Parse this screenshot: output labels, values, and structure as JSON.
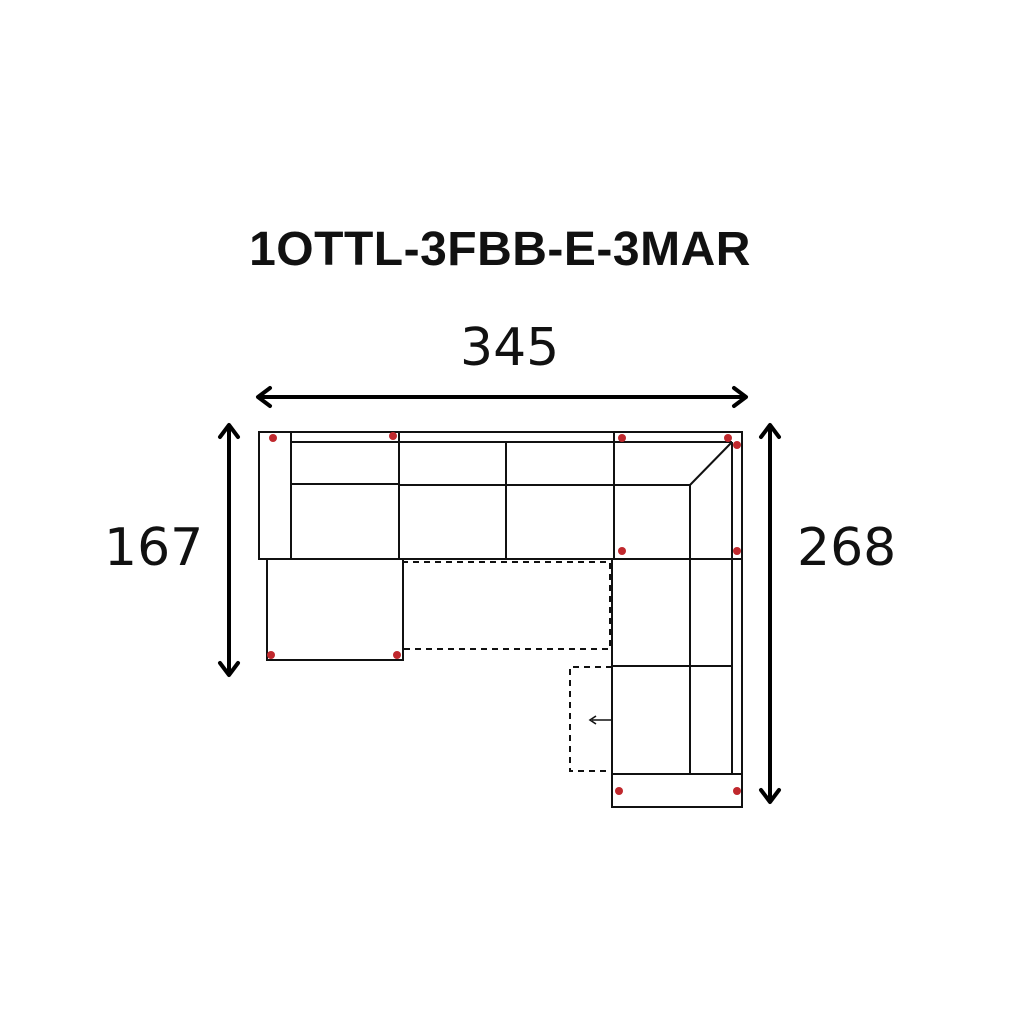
{
  "title": "1OTTL-3FBB-E-3MAR",
  "dimensions": {
    "width": "345",
    "depth_left": "167",
    "depth_right": "268"
  },
  "colors": {
    "line": "#111111",
    "marker": "#c0282d",
    "background": "#ffffff"
  }
}
